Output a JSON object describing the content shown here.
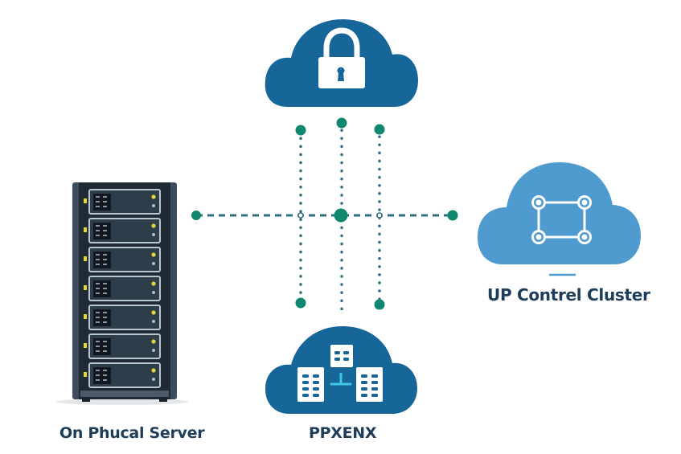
{
  "diagram": {
    "title": "Hybrid infrastructure connectivity",
    "colors": {
      "cloud_dark": "#16669a",
      "cloud_light": "#4f9ace",
      "connector": "#2e6e80",
      "node": "#12876f",
      "label_text": "#1e3d58",
      "rack_body": "#3e4d5c",
      "rack_unit": "#2e3d4a",
      "led_yellow": "#e7d53a",
      "icon_white": "#ffffff",
      "accent_cyan": "#3ec7e0"
    },
    "nodes": [
      {
        "id": "secure-cloud",
        "label": "",
        "icon": "padlock-icon",
        "kind": "cloud"
      },
      {
        "id": "cluster-cloud",
        "label": "UP Contrel Cluster",
        "icon": "cluster-nodes-icon",
        "kind": "cloud"
      },
      {
        "id": "proxy-cloud",
        "label": "PPXENX",
        "icon": "buildings-network-icon",
        "kind": "cloud"
      },
      {
        "id": "physical-server",
        "label": "On Phucal Server",
        "icon": "server-rack-icon",
        "kind": "server",
        "rack_units": 7
      }
    ],
    "connections": [
      {
        "from": "physical-server",
        "to": "cluster-cloud",
        "style": "dashed"
      },
      {
        "from": "secure-cloud",
        "to": "proxy-cloud",
        "style": "dotted"
      },
      {
        "from": "secure-cloud",
        "to": "hub-left",
        "style": "dotted"
      },
      {
        "from": "secure-cloud",
        "to": "hub-right",
        "style": "dotted"
      }
    ]
  }
}
